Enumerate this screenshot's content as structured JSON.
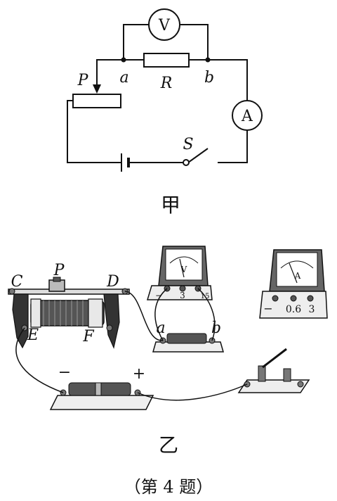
{
  "circuit_a": {
    "caption": "甲",
    "voltmeter": "V",
    "ammeter": "A",
    "resistor": "R",
    "rheostat_slider": "P",
    "switch": "S",
    "node_a": "a",
    "node_b": "b"
  },
  "circuit_b": {
    "caption": "乙",
    "term_c": "C",
    "term_p": "P",
    "term_d": "D",
    "term_e": "E",
    "term_f": "F",
    "node_a": "a",
    "node_b": "b",
    "battery_neg": "−",
    "battery_pos": "+",
    "voltmeter": {
      "letter": "V",
      "terminal_neg": "−",
      "terminal_mid": "3",
      "terminal_high": "15"
    },
    "ammeter": {
      "letter": "A",
      "terminal_neg": "−",
      "terminal_mid": "0.6",
      "terminal_high": "3"
    }
  },
  "figure_label": "（第 4 题）"
}
